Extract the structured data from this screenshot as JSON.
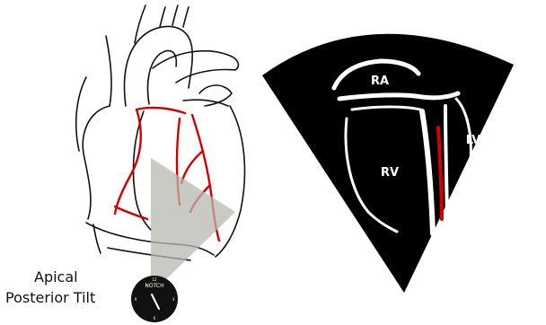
{
  "labels": {
    "view_line1": "Apical",
    "view_line2": "Posterior Tilt",
    "notch": "NOTCH",
    "ra": "RA",
    "rv": "RV",
    "lv": "LV"
  },
  "clock_marks": [
    "12",
    "3",
    "6",
    "9"
  ],
  "colors": {
    "outline": "#111111",
    "coronary": "#d40000",
    "beam": "#b8b8b0",
    "sector": "#000000",
    "echo_wall": "#ffffff",
    "text": "#111111"
  }
}
